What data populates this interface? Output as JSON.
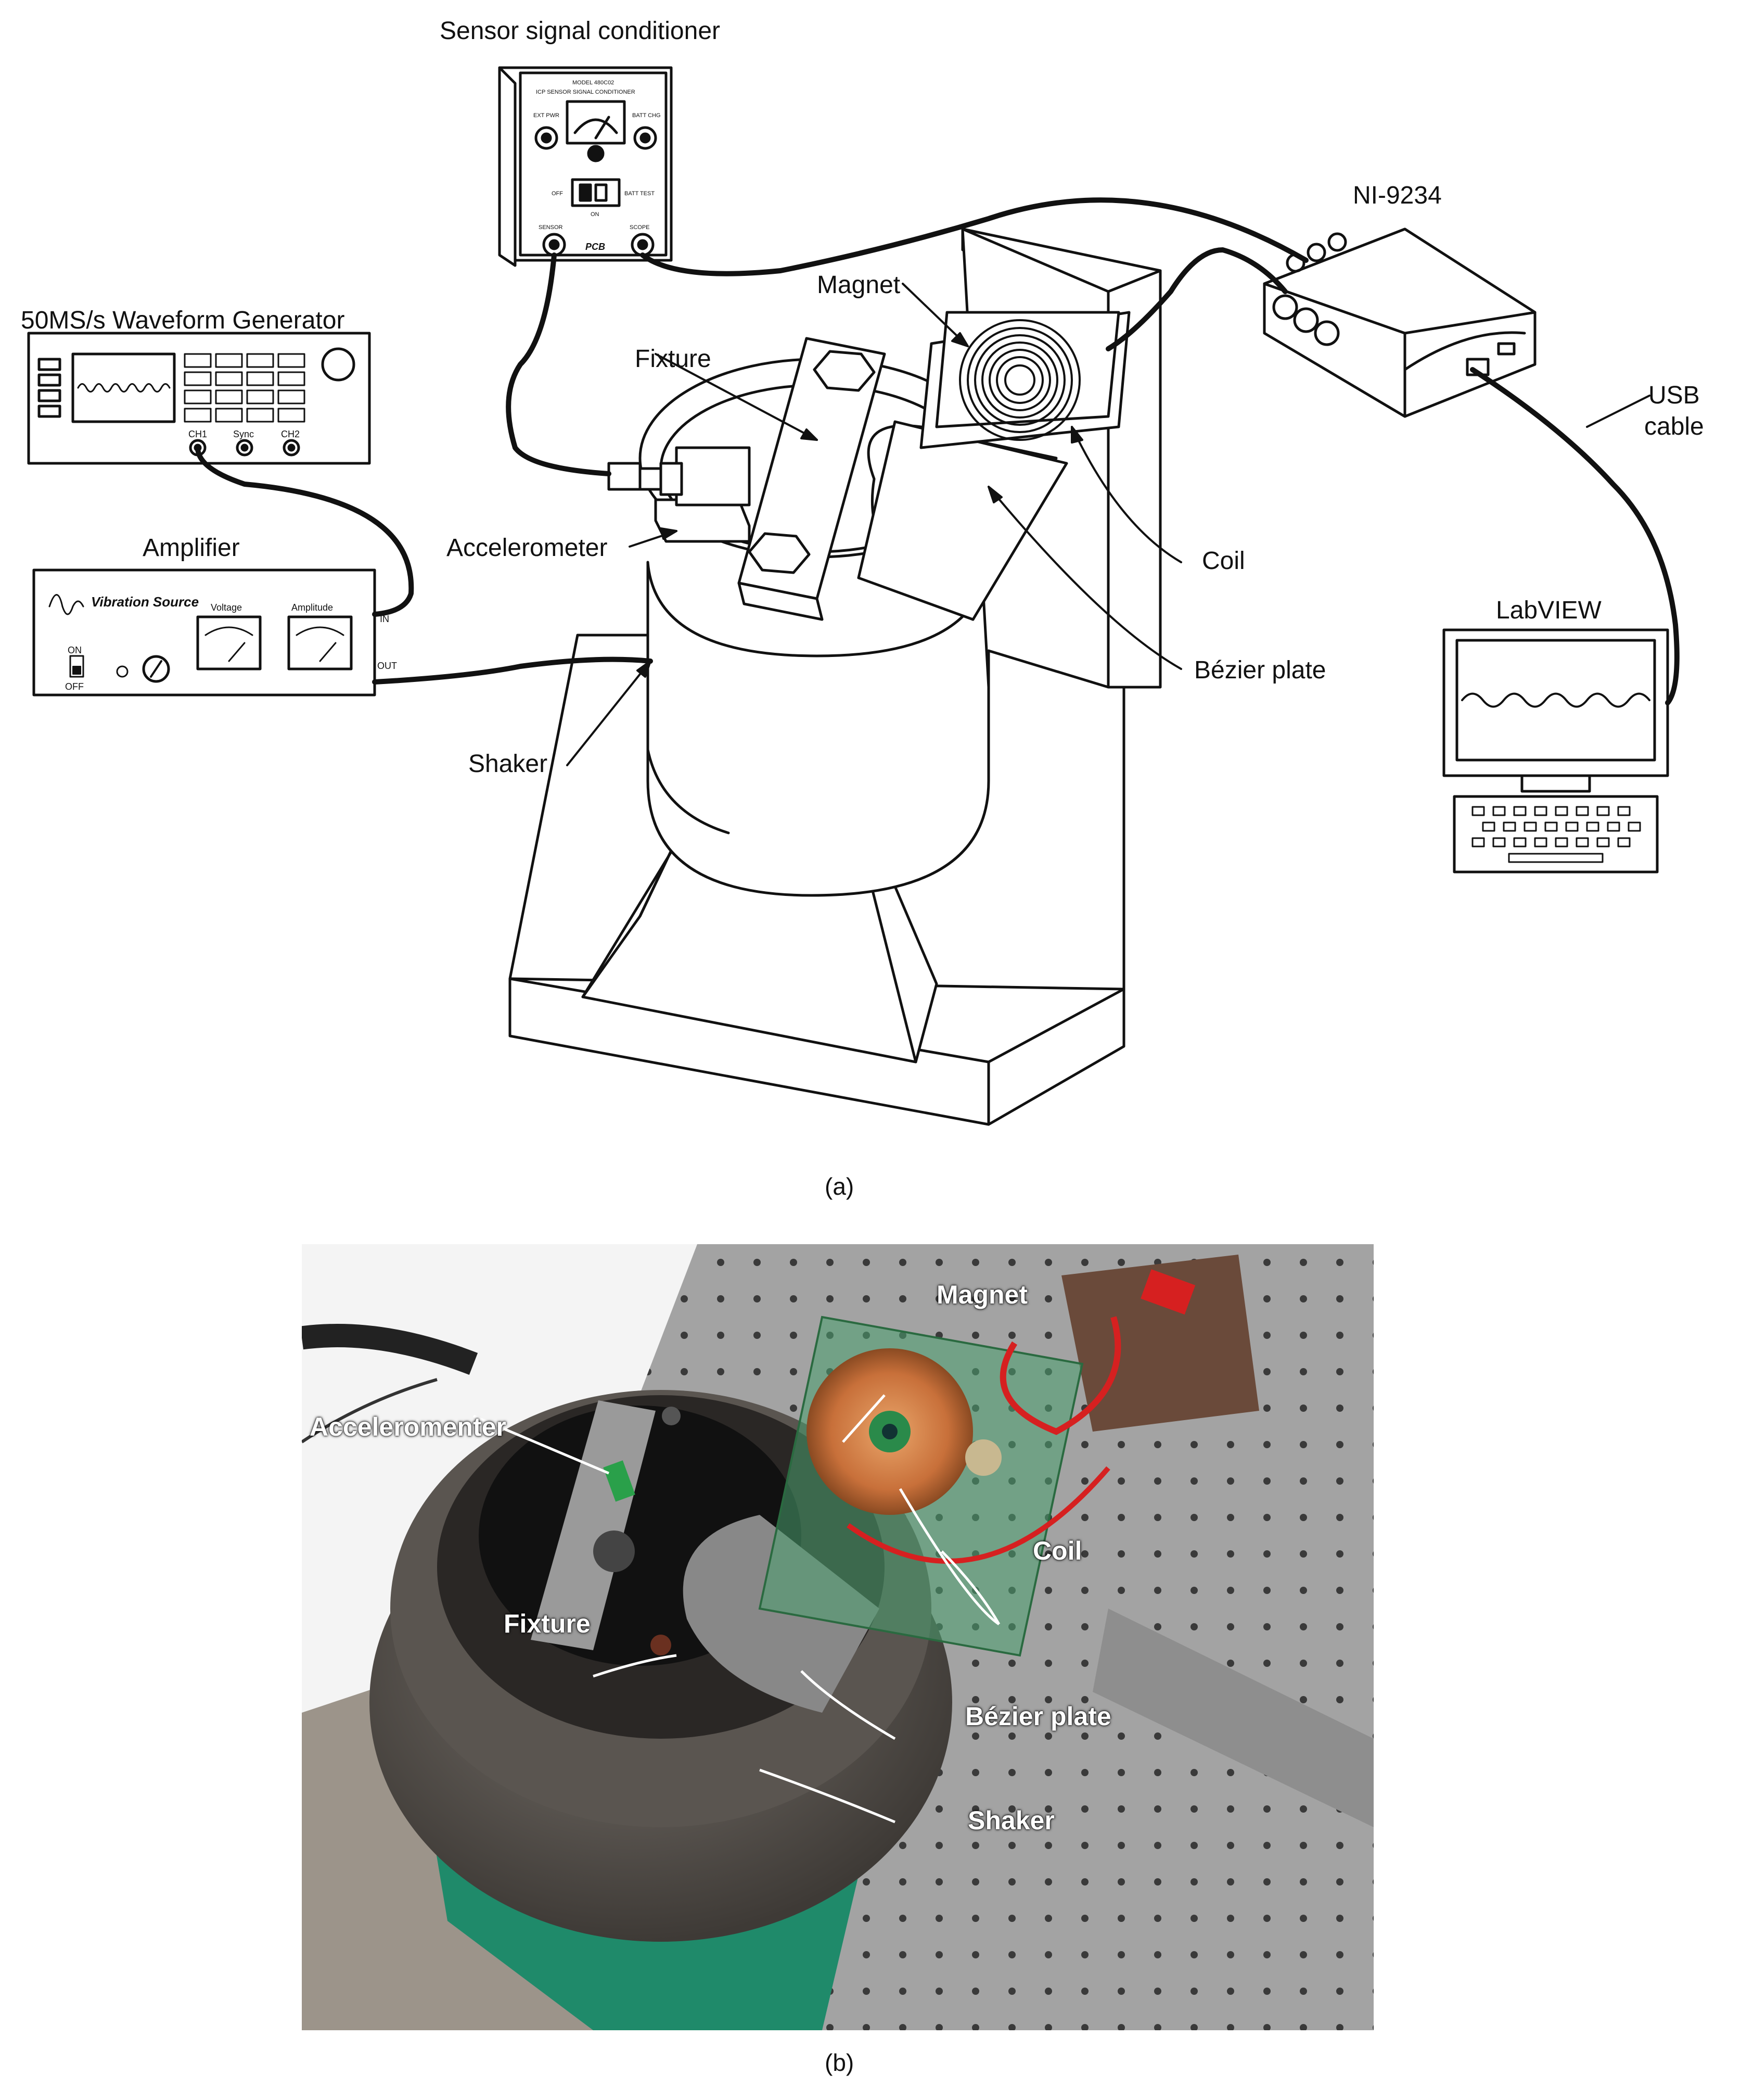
{
  "part_a": {
    "caption": "(a)",
    "labels": {
      "sensor_signal_conditioner": "Sensor signal conditioner",
      "ni_9234": "NI-9234",
      "waveform_generator": "50MS/s Waveform Generator",
      "magnet": "Magnet",
      "fixture": "Fixture",
      "usb_cable_line1": "USB",
      "usb_cable_line2": "cable",
      "amplifier": "Amplifier",
      "accelerometer": "Accelerometer",
      "coil": "Coil",
      "labview": "LabVIEW",
      "bezier_plate": "Bézier plate",
      "shaker": "Shaker"
    },
    "device_text": {
      "vibration_source": "Vibration Source",
      "voltage": "Voltage",
      "amplitude": "Amplitude",
      "in": "IN",
      "out": "OUT",
      "on": "ON",
      "off": "OFF",
      "ch1": "CH1",
      "sync": "Sync",
      "ch2": "CH2",
      "model": "MODEL 480C02",
      "icp": "ICP SENSOR SIGNAL CONDITIONER",
      "ext_pwr": "EXT PWR",
      "batt_chg": "BATT CHG",
      "off_sw": "OFF",
      "batt_test": "BATT TEST",
      "on_sw": "ON",
      "sensor": "SENSOR",
      "pcb": "PCB",
      "scope": "SCOPE"
    }
  },
  "part_b": {
    "caption": "(b)",
    "labels": {
      "accelerometer": "Acceleromenter",
      "magnet": "Magnet",
      "coil": "Coil",
      "fixture": "Fixture",
      "bezier_plate": "Bézier plate",
      "shaker": "Shaker"
    }
  },
  "colors": {
    "coil_copper": "#c8703a",
    "mount_green": "#1f8a6a",
    "table_gray": "#9a9a9a",
    "shaker_gray": "#6e6a66"
  }
}
